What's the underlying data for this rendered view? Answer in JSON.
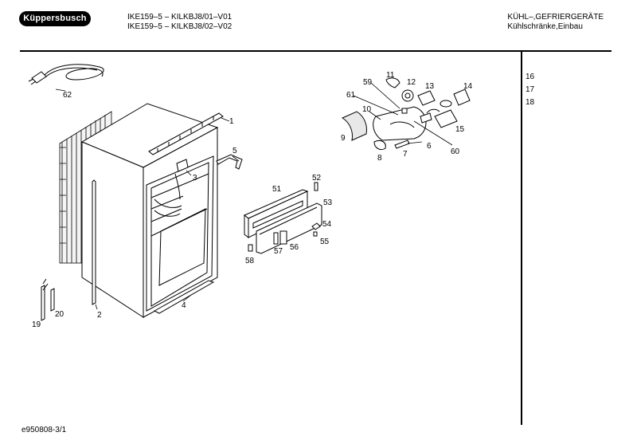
{
  "header": {
    "brand": "Küppersbusch",
    "model_lines": [
      "IKE159–5 – KILKBJ8/01–V01",
      "IKE159–5 – KILKBJ8/02–V02"
    ],
    "category_lines": [
      "KÜHL–,GEFRIERGERÄTE",
      "Kühlschränke,Einbau"
    ]
  },
  "side_list": [
    "16",
    "17",
    "18"
  ],
  "footer": {
    "code": "e950808-3/1"
  },
  "parts": {
    "p1": "1",
    "p2": "2",
    "p3": "3",
    "p4": "4",
    "p5": "5",
    "p6": "6",
    "p7": "7",
    "p8": "8",
    "p9": "9",
    "p10": "10",
    "p11": "11",
    "p12": "12",
    "p13": "13",
    "p14": "14",
    "p15": "15",
    "p19": "19",
    "p20": "20",
    "p51": "51",
    "p52": "52",
    "p53": "53",
    "p54": "54",
    "p55": "55",
    "p56": "56",
    "p57": "57",
    "p58": "58",
    "p59": "59",
    "p60": "60",
    "p61": "61",
    "p62": "62"
  }
}
